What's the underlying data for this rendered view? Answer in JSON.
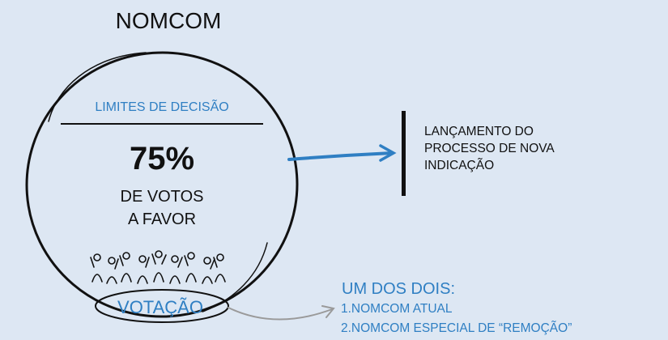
{
  "title": "NOMCOM",
  "decision_limits_label": "LIMITES DE DECISÃO",
  "threshold_value": "75%",
  "threshold_desc_line1": "DE VOTOS",
  "threshold_desc_line2": "A FAVOR",
  "voting_label": "VOTAÇÃO",
  "outcome": {
    "lines": [
      "LANÇAMENTO DO",
      "PROCESSO DE NOVA",
      "INDICAÇÃO"
    ]
  },
  "options": {
    "title": "UM DOS DOIS:",
    "items": [
      "1.NOMCOM ATUAL",
      "2.NOMCOM ESPECIAL DE “REMOÇÃO”"
    ]
  },
  "colors": {
    "background": "#dde7f3",
    "accent_blue": "#2f7fc3",
    "ink": "#111111",
    "gray_arrow": "#9a9a9a"
  }
}
